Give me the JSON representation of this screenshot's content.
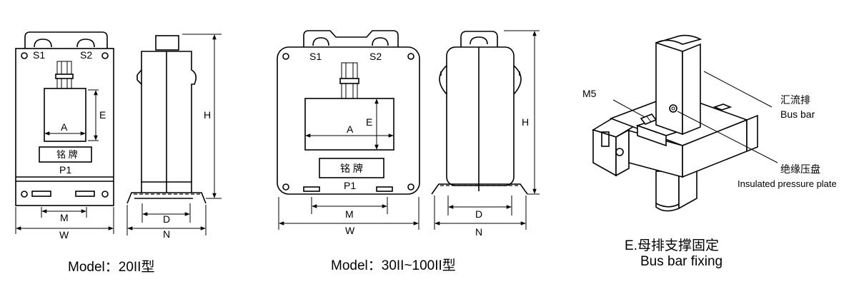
{
  "model1": {
    "terminal_s1": "S1",
    "terminal_s2": "S2",
    "dim_a": "A",
    "dim_e": "E",
    "nameplate": "铭 牌",
    "p1": "P1",
    "dim_m": "M",
    "dim_w": "W",
    "dim_h": "H",
    "dim_d": "D",
    "dim_n": "N",
    "caption": "Model：20II型"
  },
  "model2": {
    "terminal_s1": "S1",
    "terminal_s2": "S2",
    "dim_a": "A",
    "dim_e": "E",
    "nameplate": "铭 牌",
    "p1": "P1",
    "dim_m": "M",
    "dim_w": "W",
    "dim_h": "H",
    "dim_d": "D",
    "dim_n": "N",
    "caption": "Model：30II~100II型"
  },
  "busbar": {
    "m5": "M5",
    "busbar_cn": "汇流排",
    "busbar_en": "Bus bar",
    "plate_cn": "绝缘压盘",
    "plate_en": "Insulated pressure plate",
    "caption_cn": "E.母排支撑固定",
    "caption_en": "Bus bar fixing"
  }
}
